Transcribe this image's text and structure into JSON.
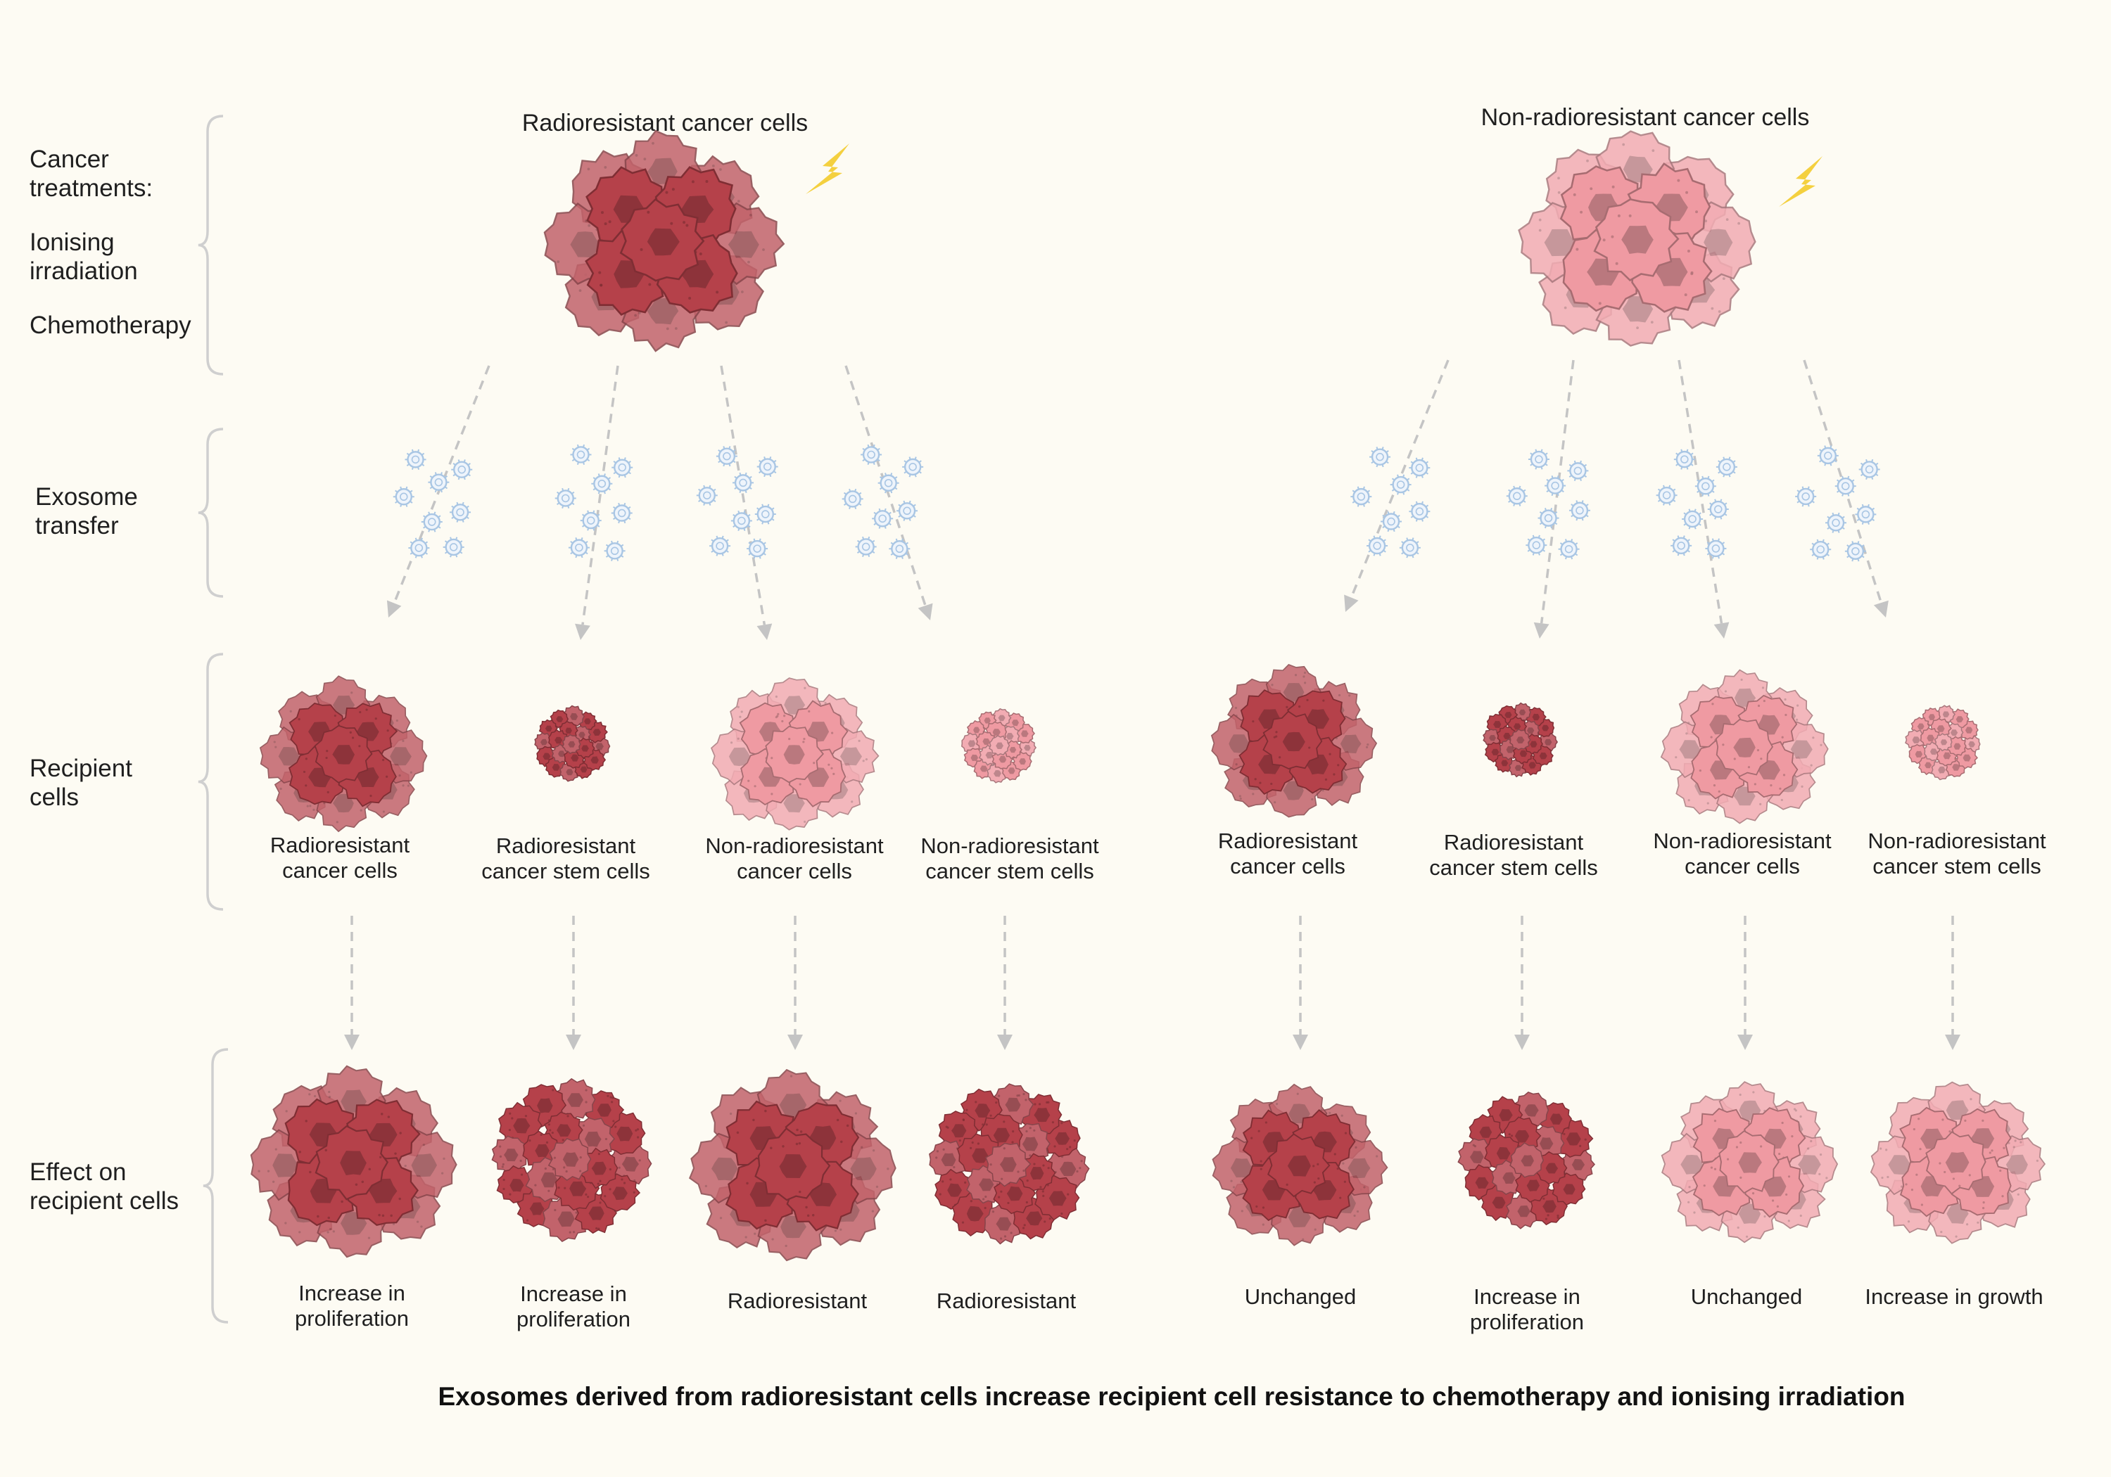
{
  "row_labels": {
    "treatments": [
      "Cancer",
      "treatments:"
    ],
    "ionising": [
      "Ionising",
      "irradiation"
    ],
    "chemo": [
      "Chemotherapy"
    ],
    "exosome": [
      "Exosome",
      "transfer"
    ],
    "recipient": [
      "Recipient",
      "cells"
    ],
    "effect": [
      "Effect on",
      "recipient cells"
    ]
  },
  "left": {
    "heading": "Radioresistant cancer cells",
    "recipients": [
      [
        "Radioresistant",
        "cancer cells"
      ],
      [
        "Radioresistant",
        "cancer stem cells"
      ],
      [
        "Non-radioresistant",
        "cancer cells"
      ],
      [
        "Non-radioresistant",
        "cancer stem cells"
      ]
    ],
    "effects": [
      [
        "Increase in",
        "proliferation"
      ],
      [
        "Increase in",
        "proliferation"
      ],
      [
        "Radioresistant"
      ],
      [
        "Radioresistant"
      ]
    ]
  },
  "right": {
    "heading": "Non-radioresistant cancer cells",
    "recipients": [
      [
        "Radioresistant",
        "cancer cells"
      ],
      [
        "Radioresistant",
        "cancer stem cells"
      ],
      [
        "Non-radioresistant",
        "cancer cells"
      ],
      [
        "Non-radioresistant",
        "cancer stem cells"
      ]
    ],
    "effects": [
      [
        "Unchanged"
      ],
      [
        "Increase in",
        "proliferation"
      ],
      [
        "Unchanged"
      ],
      [
        "Increase in growth"
      ]
    ]
  },
  "caption": "Exosomes derived from radioresistant cells increase recipient cell resistance to chemotherapy and ionising irradiation",
  "colors": {
    "background": "#fdfbf3",
    "radioresistant": "#b5414a",
    "non_radioresistant": "#ef9aa2",
    "exosome": "#a9c6e4",
    "lightning": "#f4d03f",
    "arrow": "#c4c4c4"
  }
}
